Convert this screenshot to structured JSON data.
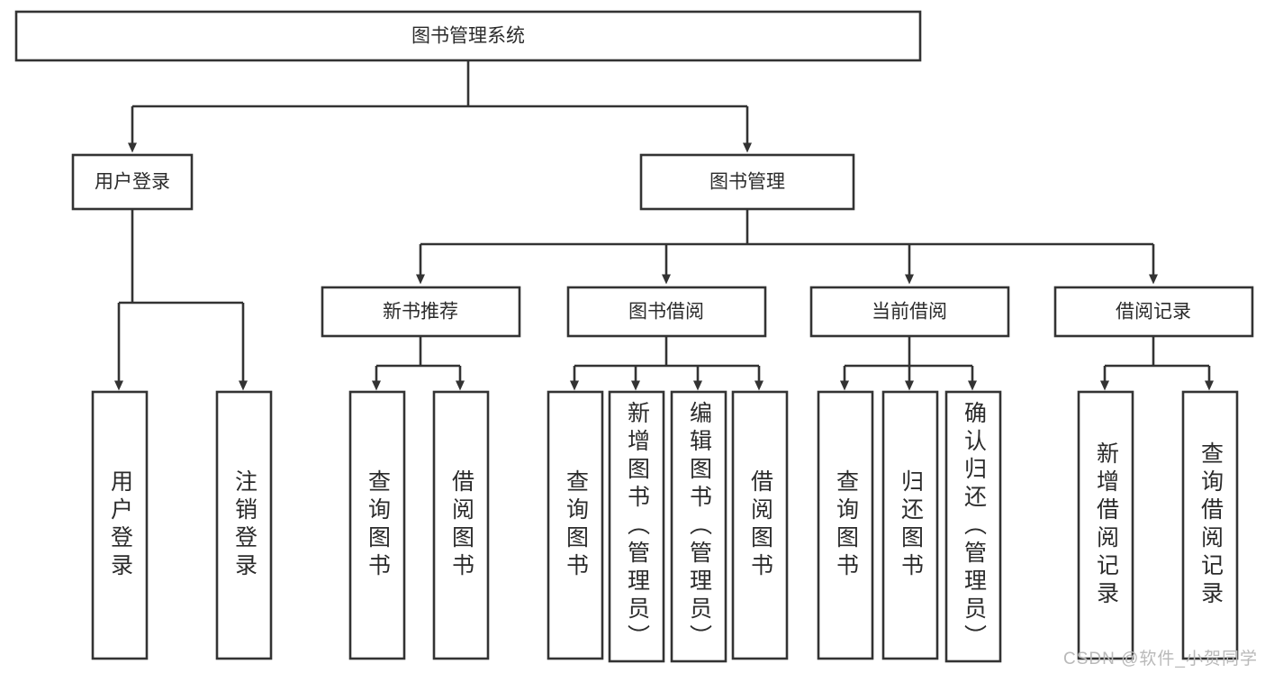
{
  "diagram": {
    "type": "tree-hierarchy-chart",
    "title": "图书管理系统",
    "watermark": "CSDN @软件_小贺同学",
    "colors": {
      "background": "#ffffff",
      "box_fill": "#ffffff",
      "box_stroke": "#333333",
      "text": "#2b2b2b",
      "watermark": "#b9b9b9"
    },
    "root": {
      "id": "root",
      "label": "图书管理系统",
      "orientation": "horizontal"
    },
    "level2": [
      {
        "id": "user-login",
        "label": "用户登录",
        "orientation": "horizontal"
      },
      {
        "id": "book-manage",
        "label": "图书管理",
        "orientation": "horizontal"
      }
    ],
    "level3": [
      {
        "id": "new-book-recommend",
        "label": "新书推荐",
        "parent": "book-manage",
        "orientation": "horizontal"
      },
      {
        "id": "book-borrow",
        "label": "图书借阅",
        "parent": "book-manage",
        "orientation": "horizontal"
      },
      {
        "id": "current-borrow",
        "label": "当前借阅",
        "parent": "book-manage",
        "orientation": "horizontal"
      },
      {
        "id": "borrow-record",
        "label": "借阅记录",
        "parent": "book-manage",
        "orientation": "horizontal"
      }
    ],
    "leaves": [
      {
        "id": "leaf-user-login",
        "label": "用户登录",
        "parent": "user-login",
        "orientation": "vertical"
      },
      {
        "id": "leaf-logout",
        "label": "注销登录",
        "parent": "user-login",
        "orientation": "vertical"
      },
      {
        "id": "leaf-query-book-1",
        "label": "查询图书",
        "parent": "new-book-recommend",
        "orientation": "vertical"
      },
      {
        "id": "leaf-borrow-book-1",
        "label": "借阅图书",
        "parent": "new-book-recommend",
        "orientation": "vertical"
      },
      {
        "id": "leaf-query-book-2",
        "label": "查询图书",
        "parent": "book-borrow",
        "orientation": "vertical"
      },
      {
        "id": "leaf-add-book",
        "label": "新增图书（管理员）",
        "parent": "book-borrow",
        "orientation": "vertical"
      },
      {
        "id": "leaf-edit-book",
        "label": "编辑图书（管理员）",
        "parent": "book-borrow",
        "orientation": "vertical"
      },
      {
        "id": "leaf-borrow-book-2",
        "label": "借阅图书",
        "parent": "book-borrow",
        "orientation": "vertical"
      },
      {
        "id": "leaf-query-book-3",
        "label": "查询图书",
        "parent": "current-borrow",
        "orientation": "vertical"
      },
      {
        "id": "leaf-return-book",
        "label": "归还图书",
        "parent": "current-borrow",
        "orientation": "vertical"
      },
      {
        "id": "leaf-confirm-return",
        "label": "确认归还（管理员）",
        "parent": "current-borrow",
        "orientation": "vertical"
      },
      {
        "id": "leaf-add-record",
        "label": "新增借阅记录",
        "parent": "borrow-record",
        "orientation": "vertical"
      },
      {
        "id": "leaf-query-record",
        "label": "查询借阅记录",
        "parent": "borrow-record",
        "orientation": "vertical"
      }
    ]
  }
}
